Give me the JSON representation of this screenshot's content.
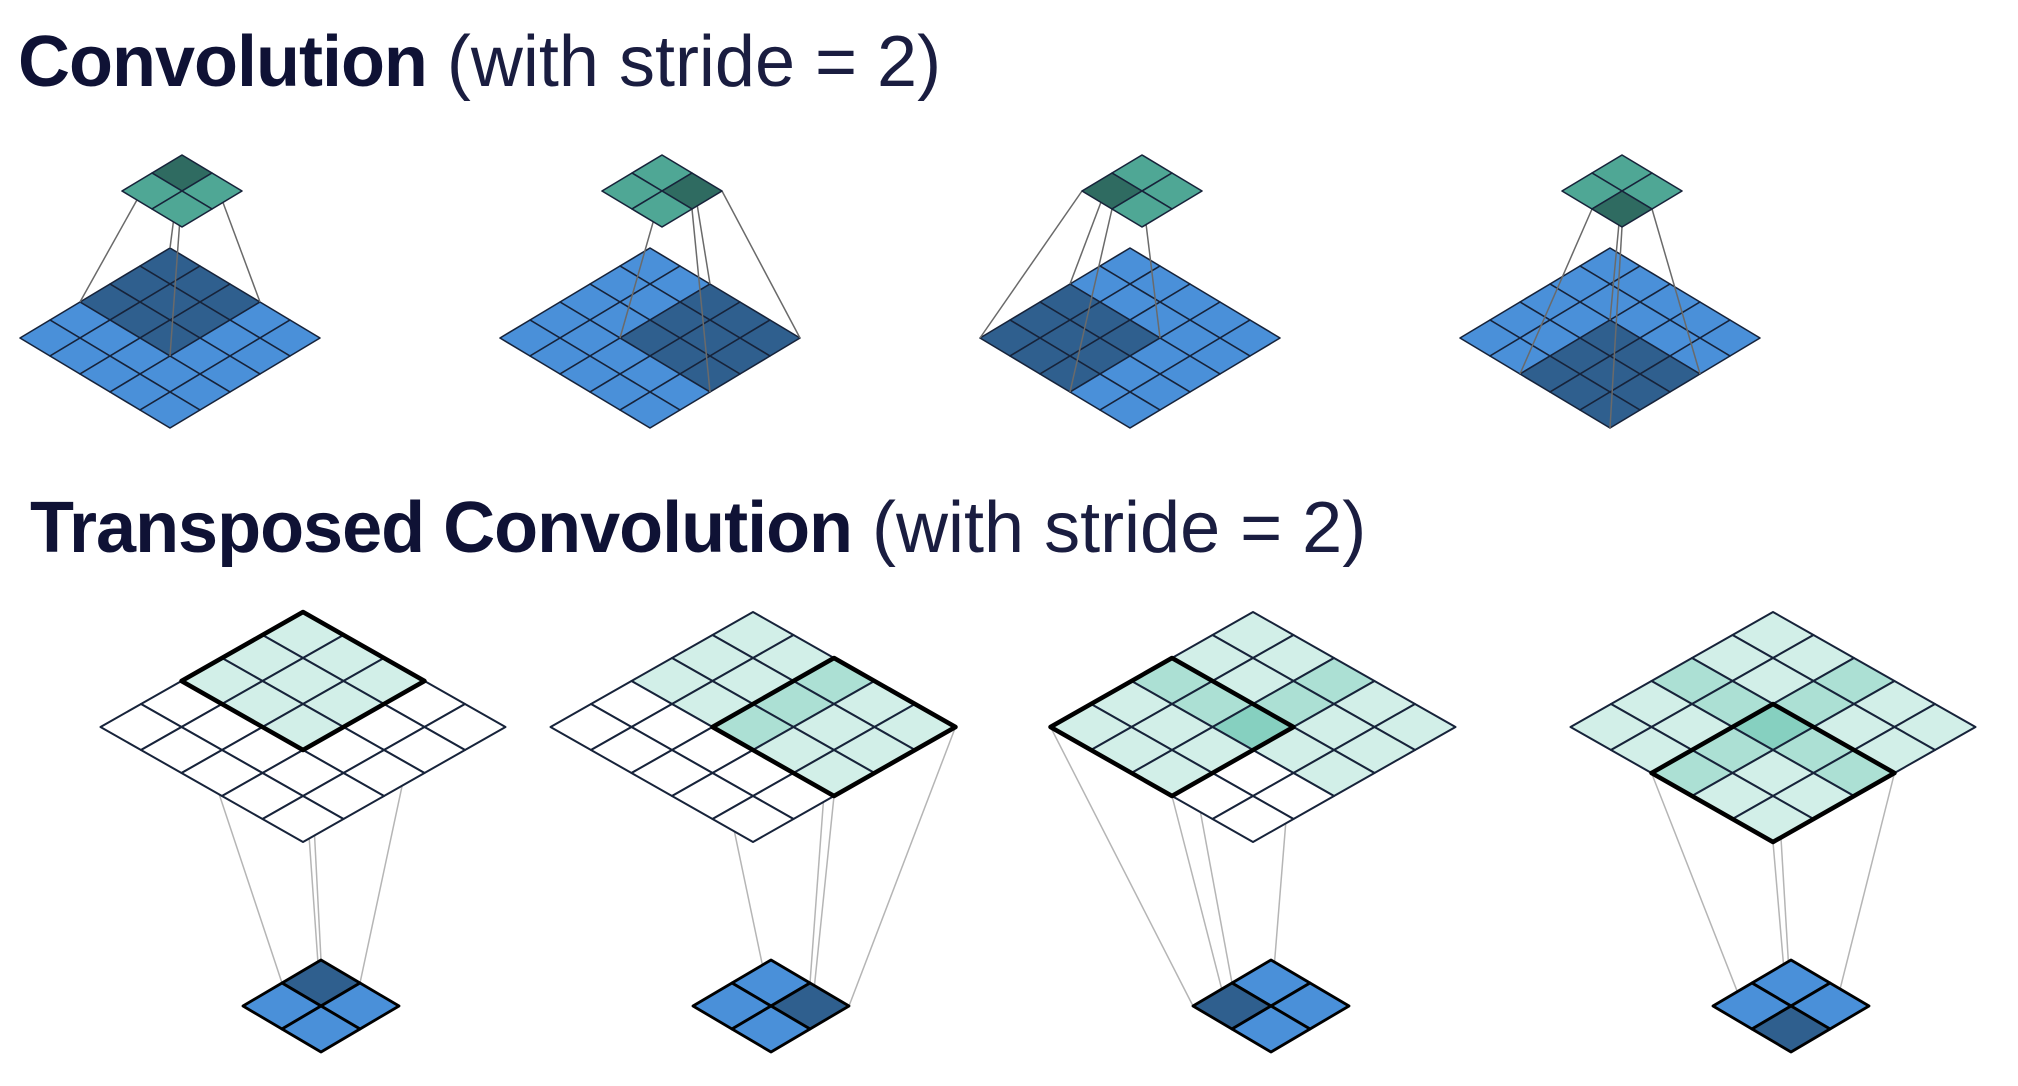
{
  "headings": {
    "convolution": {
      "bold": "Convolution",
      "light": "(with stride = 2)"
    },
    "transposed": {
      "bold": "Transposed Convolution",
      "light": "(with stride = 2)"
    }
  },
  "convolution": {
    "input_grid": [
      5,
      5
    ],
    "kernel": [
      3,
      3
    ],
    "output_grid": [
      2,
      2
    ],
    "stride": 2,
    "steps": [
      {
        "input_offset": [
          0,
          0
        ],
        "output_cell": [
          0,
          0
        ]
      },
      {
        "input_offset": [
          0,
          2
        ],
        "output_cell": [
          0,
          1
        ]
      },
      {
        "input_offset": [
          2,
          0
        ],
        "output_cell": [
          1,
          0
        ]
      },
      {
        "input_offset": [
          2,
          2
        ],
        "output_cell": [
          1,
          1
        ]
      }
    ]
  },
  "transposed_convolution": {
    "input_grid": [
      2,
      2
    ],
    "kernel": [
      3,
      3
    ],
    "output_grid": [
      5,
      5
    ],
    "stride": 2,
    "steps": [
      {
        "input_cell": [
          0,
          0
        ],
        "output_offset": [
          0,
          0
        ]
      },
      {
        "input_cell": [
          0,
          1
        ],
        "output_offset": [
          0,
          2
        ]
      },
      {
        "input_cell": [
          1,
          0
        ],
        "output_offset": [
          2,
          0
        ]
      },
      {
        "input_cell": [
          1,
          1
        ],
        "output_offset": [
          2,
          2
        ]
      }
    ]
  },
  "colors": {
    "title": "#0f1235",
    "input_blue": "#4a90d9",
    "input_blue_dark": "#2f5f8e",
    "output_teal": "#4fa795",
    "output_teal_dark": "#2f6b61",
    "teal_light": "#d2efe8",
    "teal_mid": "#ace0d4",
    "teal_strong": "#86d0c0",
    "grid_line": "#17233a",
    "projection_line": "#6a6a6a",
    "projection_line_light": "#b5b5b5"
  }
}
